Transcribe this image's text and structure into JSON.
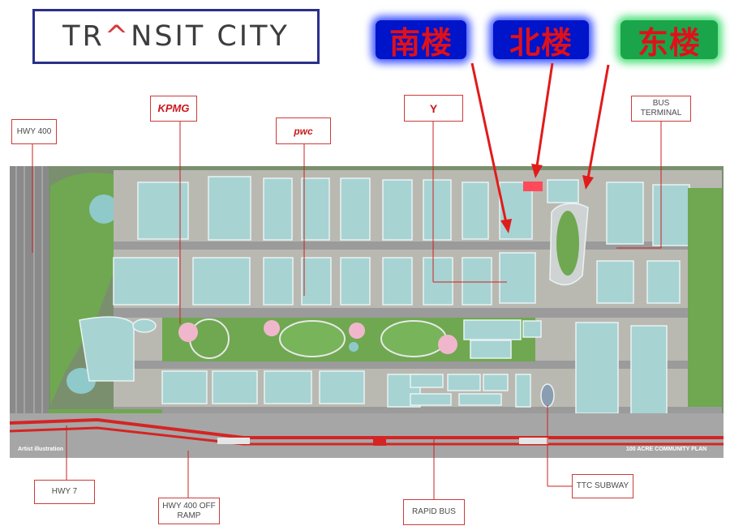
{
  "header": {
    "logo_text": "TRANSIT CITY"
  },
  "tags": {
    "south": "南楼",
    "north": "北楼",
    "east": "东楼"
  },
  "top_labels": {
    "hwy400": "HWY 400",
    "kpmg": "KPMG",
    "pwc": "pwc",
    "ymca": "Y",
    "bus_terminal": "BUS TERMINAL"
  },
  "bottom_labels": {
    "hwy7": "HWY 7",
    "hwy400_off_ramp": "HWY 400 OFF RAMP",
    "rapid_bus": "RAPID BUS",
    "ttc_subway": "TTC SUBWAY"
  },
  "map_captions": {
    "artist": "Artist illustration",
    "plan": "100 ACRE COMMUNITY PLAN"
  },
  "colors": {
    "accent_red": "#cc2020",
    "tag_blue": "#0014c9",
    "tag_green": "#1aa54a",
    "grass": "#6fa850",
    "building": "#a7d3d3",
    "road": "#9b9b9b"
  }
}
